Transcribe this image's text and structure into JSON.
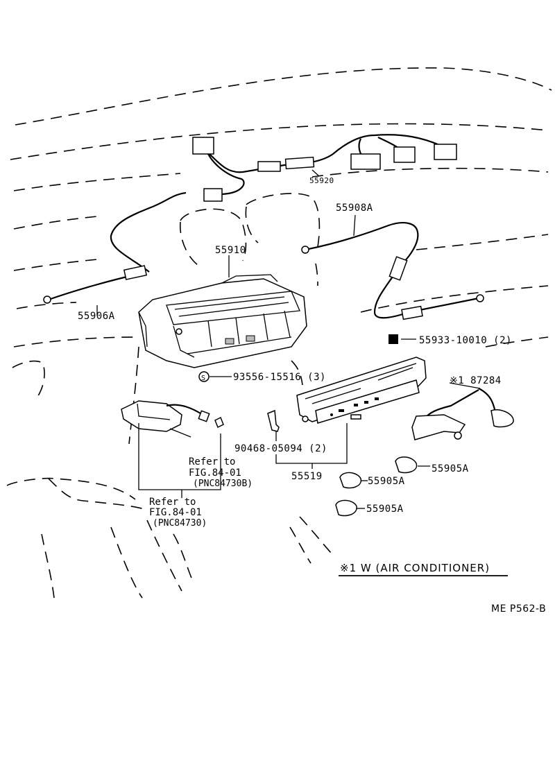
{
  "diagram": {
    "part_labels": {
      "p55920": "55920",
      "p55908A": "55908A",
      "p55910": "55910",
      "p55906A": "55906A",
      "p55933": "55933-10010 (2)",
      "p93556": "93556-15516 (3)",
      "p87284": "※1 87284",
      "p90468": "90468-05094 (2)",
      "p55519": "55519",
      "p55905A_1": "55905A",
      "p55905A_2": "55905A",
      "p55905A_3": "55905A",
      "screw_symbol": "S"
    },
    "references": {
      "ref1": [
        "Refer to",
        "FIG.84-01",
        "(PNC84730B)"
      ],
      "ref2": [
        "Refer to",
        "FIG.84-01",
        "(PNC84730)"
      ]
    },
    "caption": "※1 W (AIR CONDITIONER)",
    "page_code": "ME P562-B"
  }
}
